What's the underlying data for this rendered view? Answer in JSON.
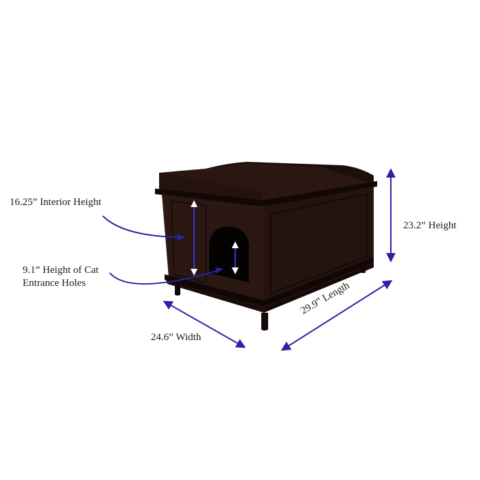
{
  "labels": {
    "interior_height": "16.25” Interior Height",
    "cat_entrance_line1": "9.1” Height of Cat",
    "cat_entrance_line2": "Entrance Holes",
    "overall_height": "23.2” Height",
    "width": "24.6” Width",
    "length": "29.9” Length"
  },
  "colors": {
    "background": "#ffffff",
    "furniture": "#2a1712",
    "furniture_dark": "#160b08",
    "dimension_line": "#2b22a8",
    "dimension_line_inner": "#3a33d6",
    "text": "#1a1a1a"
  }
}
